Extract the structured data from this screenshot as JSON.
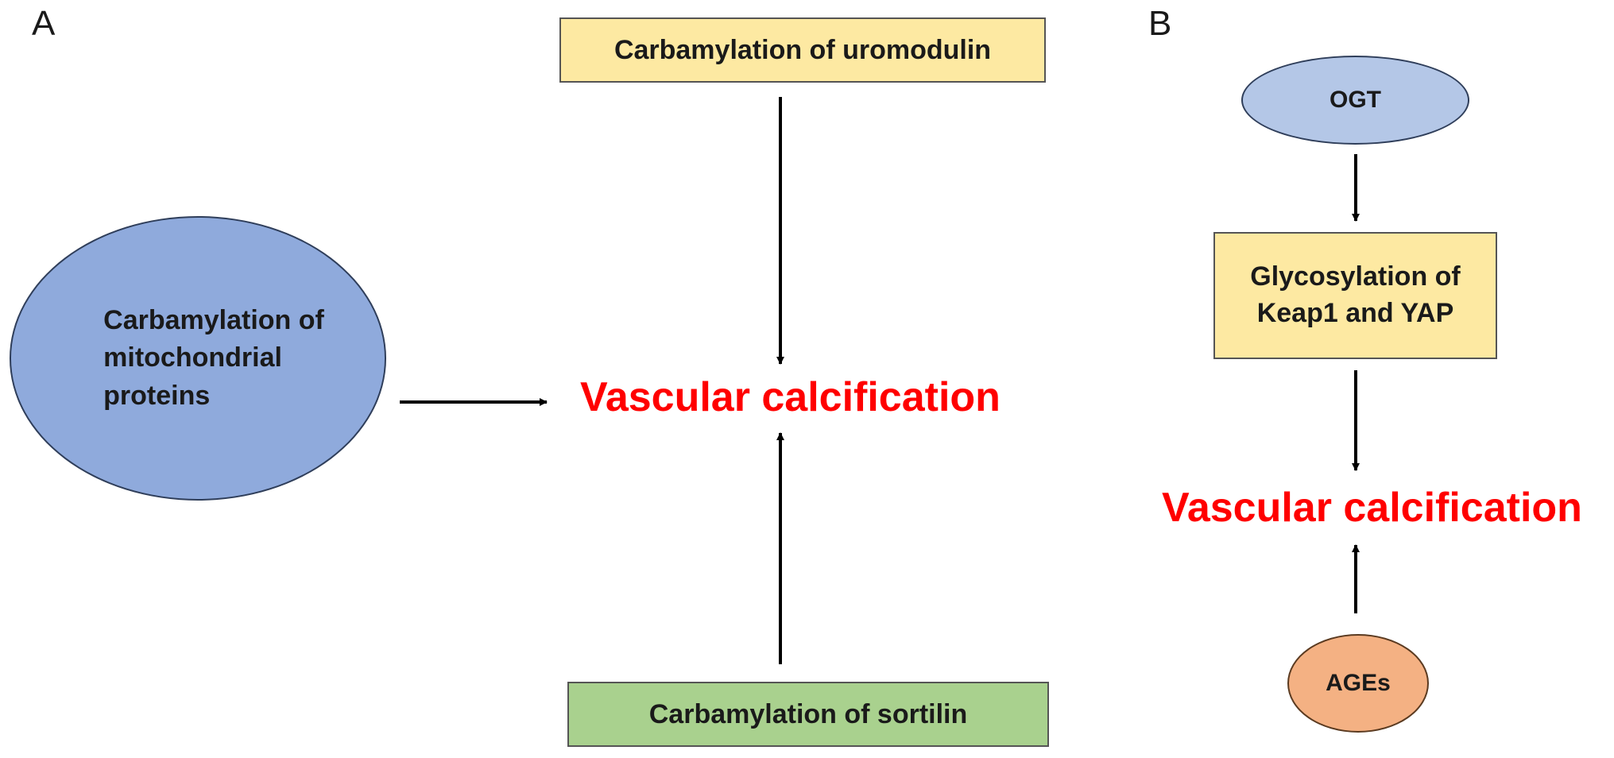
{
  "panel_a": {
    "label": "A",
    "nodes": {
      "uromodulin": "Carbamylation of uromodulin",
      "sortilin": "Carbamylation of sortilin",
      "mitochondrial": [
        "Carbamylation of",
        "mitochondrial",
        "proteins"
      ]
    },
    "outcome": "Vascular calcification"
  },
  "panel_b": {
    "label": "B",
    "nodes": {
      "ogt": "OGT",
      "glycosylation": [
        "Glycosylation of",
        "Keap1 and YAP"
      ],
      "ages": "AGEs"
    },
    "outcome": "Vascular calcification"
  },
  "colors": {
    "outcome_text": "#ff0000",
    "yellow_box": "#fde9a2",
    "green_box": "#a9d18e",
    "blue_ellipse": "#8faadc",
    "light_blue_ellipse": "#b4c7e7",
    "orange_ellipse": "#f4b183",
    "arrow": "#000000"
  }
}
